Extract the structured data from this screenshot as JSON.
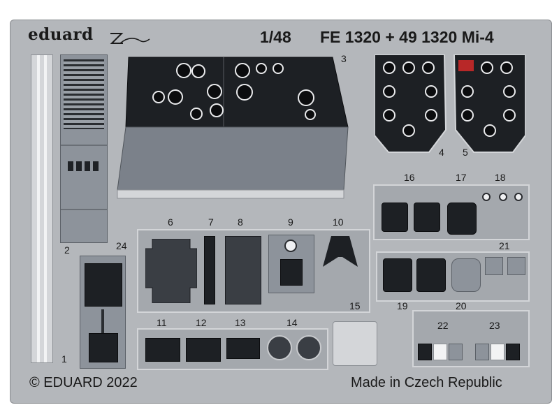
{
  "brand": {
    "name": "eduard",
    "logo_icon": "zoom-logo-icon"
  },
  "title": {
    "scale": "1/48",
    "product": "FE 1320 + 49 1320 Mi-4"
  },
  "part_numbers": [
    "1",
    "2",
    "3",
    "4",
    "5",
    "6",
    "7",
    "8",
    "9",
    "10",
    "11",
    "12",
    "13",
    "14",
    "15",
    "16",
    "17",
    "18",
    "19",
    "20",
    "21",
    "22",
    "23",
    "24"
  ],
  "footer": {
    "copyright": "© EDUARD 2022",
    "origin": "Made in Czech Republic"
  },
  "colors": {
    "fret": "#b4b7bb",
    "panel_gray": "#8d939b",
    "instrument_black": "#1d2024",
    "gauge_white": "#f0f1f3"
  }
}
